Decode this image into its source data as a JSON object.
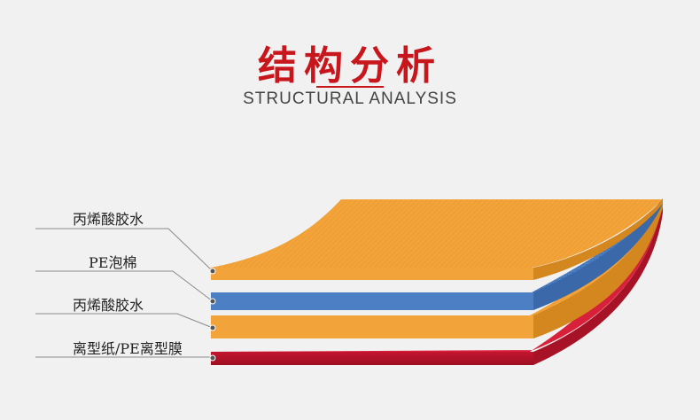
{
  "header": {
    "title": "结构分析",
    "subtitle": "STRUCTURAL ANALYSIS"
  },
  "colors": {
    "title": "#c8161d",
    "accent_line": "#c8161d",
    "acrylic_glue": "#f2a33a",
    "pe_foam": "#4d7fc4",
    "release_film": "#d8203a",
    "leader_line": "#8a8a8a"
  },
  "layers": [
    {
      "label": "丙烯酸胶水"
    },
    {
      "label": "PE泡棉"
    },
    {
      "label": "丙烯酸胶水"
    },
    {
      "label": "离型纸/PE离型膜"
    }
  ]
}
